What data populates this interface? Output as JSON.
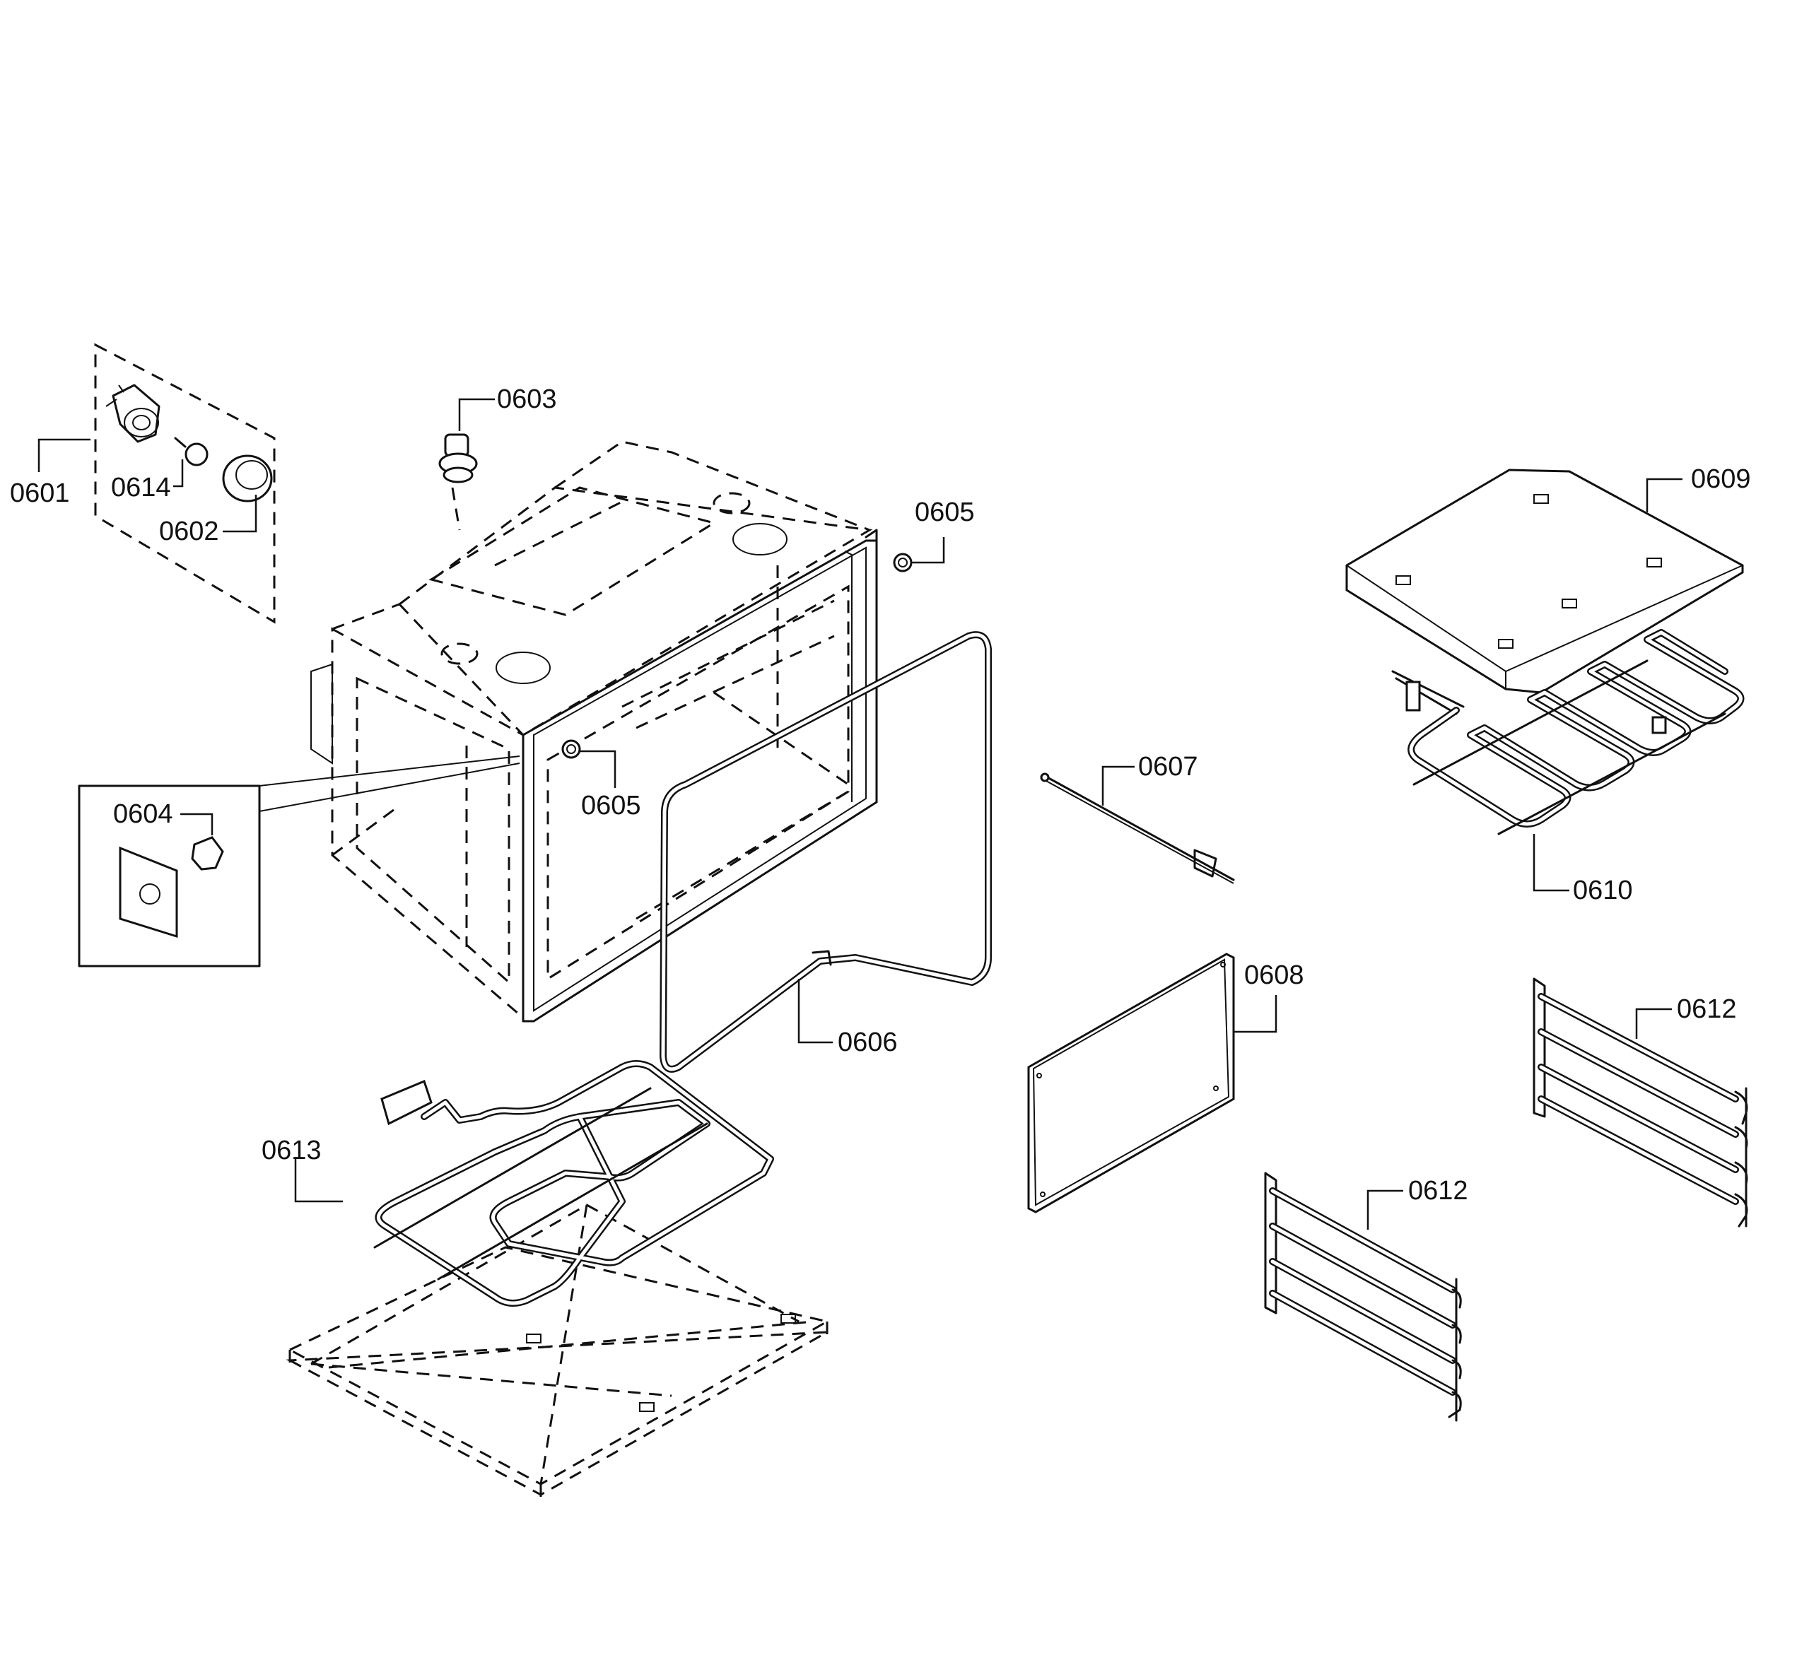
{
  "labels": {
    "l0601": "0601",
    "l0614": "0614",
    "l0602": "0602",
    "l0603": "0603",
    "l0605a": "0605",
    "l0605b": "0605",
    "l0604": "0604",
    "l0606": "0606",
    "l0607": "0607",
    "l0608": "0608",
    "l0609": "0609",
    "l0610": "0610",
    "l0612a": "0612",
    "l0612b": "0612",
    "l0613": "0613"
  }
}
